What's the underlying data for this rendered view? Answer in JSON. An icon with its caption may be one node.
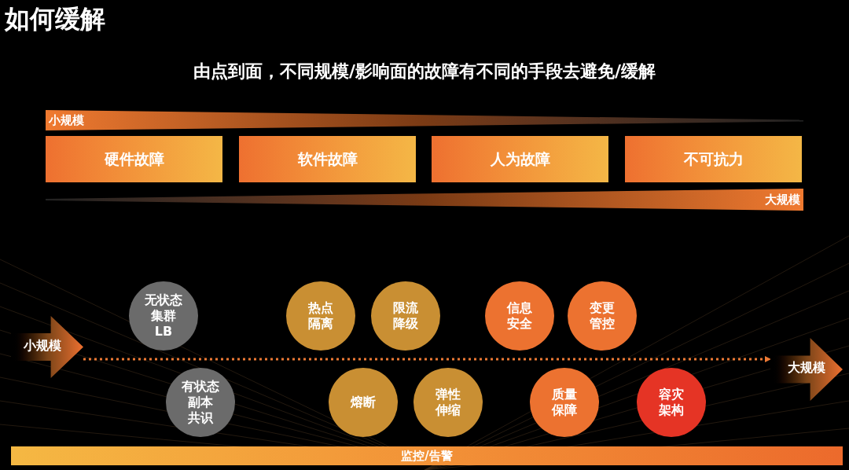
{
  "diagram": {
    "title": "如何缓解",
    "nodes": [
      {
        "text": [
          "小规模"
        ]
      },
      {
        "text": [
          "硬件故障"
        ]
      },
      {
        "text": [
          "软件故障"
        ]
      },
      {
        "text": [
          "人为故障"
        ]
      },
      {
        "text": [
          "不可抗力"
        ]
      },
      {
        "text": [
          "大规模"
        ]
      },
      {
        "text": [
          "小规模"
        ]
      },
      {
        "text": [
          "大规模"
        ]
      },
      {
        "text": [
          "无状态",
          "集群",
          "LB"
        ]
      },
      {
        "text": [
          "热点隔离"
        ]
      },
      {
        "text": [
          "限流降级"
        ]
      },
      {
        "text": [
          "信息安全"
        ]
      },
      {
        "text": [
          "变更管控"
        ]
      },
      {
        "text": [
          "有状态",
          "副本",
          "共识"
        ]
      },
      {
        "text": [
          "熔断"
        ]
      },
      {
        "text": [
          "弹性伸缩"
        ]
      },
      {
        "text": [
          "质量保障"
        ]
      },
      {
        "text": [
          "容灾架构"
        ]
      },
      {
        "text": [
          "监控/告警"
        ]
      }
    ],
    "edges": [
      {
        "from": 6,
        "to": 7,
        "arrow": "to",
        "style": "dashed",
        "color": "#ee7a35"
      }
    ],
    "labels": [
      "由点到面，不同规模/影响面的故障有不同的手段去避免/缓解"
    ]
  }
}
